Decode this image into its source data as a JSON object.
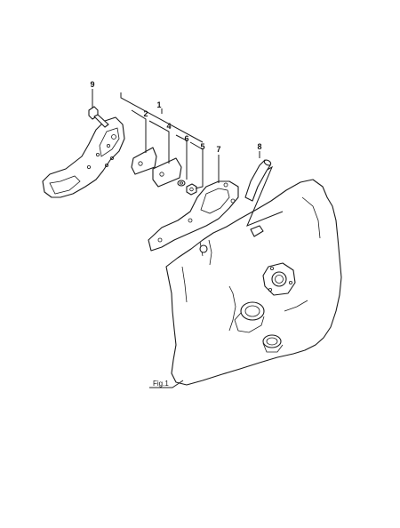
{
  "callouts": {
    "c1": "1",
    "c2": "2",
    "c4": "4",
    "c5": "5",
    "c6": "6",
    "c7": "7",
    "c8": "8",
    "c9": "9"
  },
  "fig_label": "Fig.1"
}
